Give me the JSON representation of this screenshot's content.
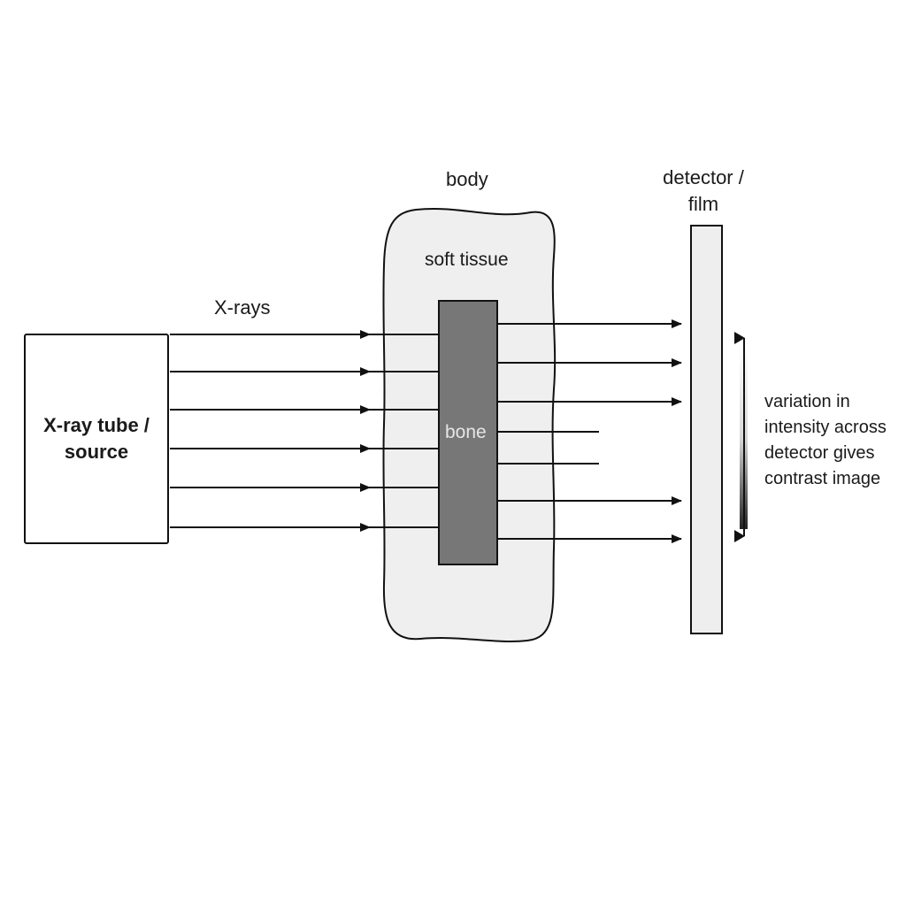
{
  "diagram": {
    "source": {
      "label": "X-ray tube / source"
    },
    "beam": {
      "label": "X-rays"
    },
    "body": {
      "label": "body",
      "tissue_label": "soft tissue"
    },
    "bone": {
      "label": "bone"
    },
    "detector": {
      "label": "detector / film"
    },
    "variation": {
      "label": "variation in intensity across detector gives contrast image"
    },
    "colors": {
      "line": "#111111",
      "body_fill": "#efefef",
      "bone_fill": "#777777",
      "detector_fill": "#eeeeee",
      "gradient_top": "#ffffff",
      "gradient_bottom": "#222222"
    }
  }
}
